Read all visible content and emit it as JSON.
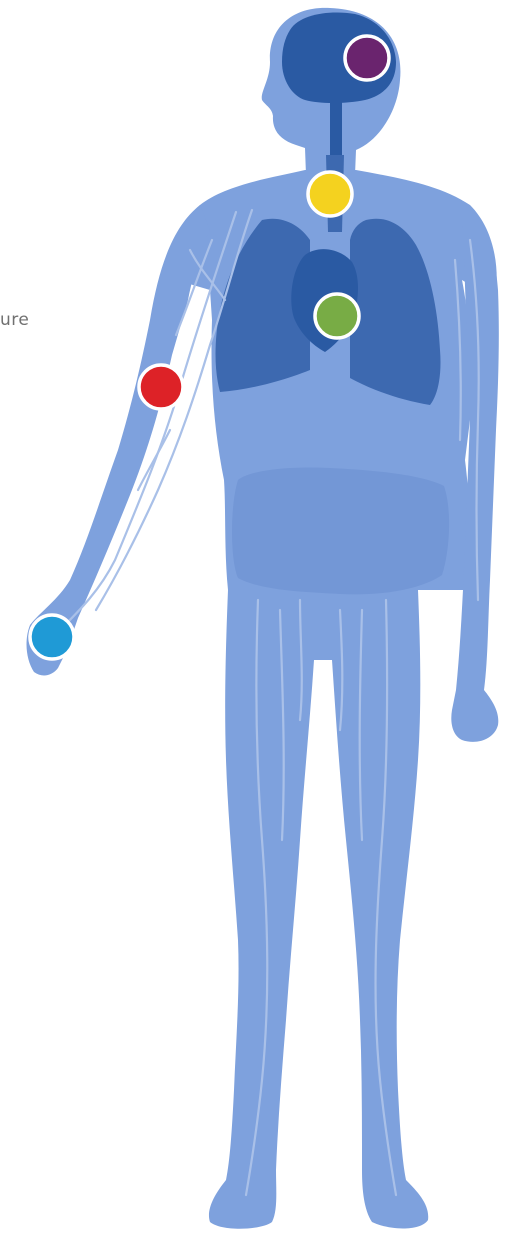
{
  "diagram": {
    "partial_label": "ure",
    "colors": {
      "body": "#7ea1dd",
      "body_dark": "#5f85c9",
      "organ": "#3d69b0",
      "organ_dark": "#2a5aa3",
      "vessel": "#a9c0e8",
      "outline": "#c7d6ef"
    },
    "markers": [
      {
        "name": "brain-marker",
        "color": "#6a246e"
      },
      {
        "name": "neck-marker",
        "color": "#f4d21f"
      },
      {
        "name": "heart-marker",
        "color": "#78ac45"
      },
      {
        "name": "arm-marker",
        "color": "#dd2227"
      },
      {
        "name": "hand-marker",
        "color": "#1f9ad6"
      }
    ]
  }
}
